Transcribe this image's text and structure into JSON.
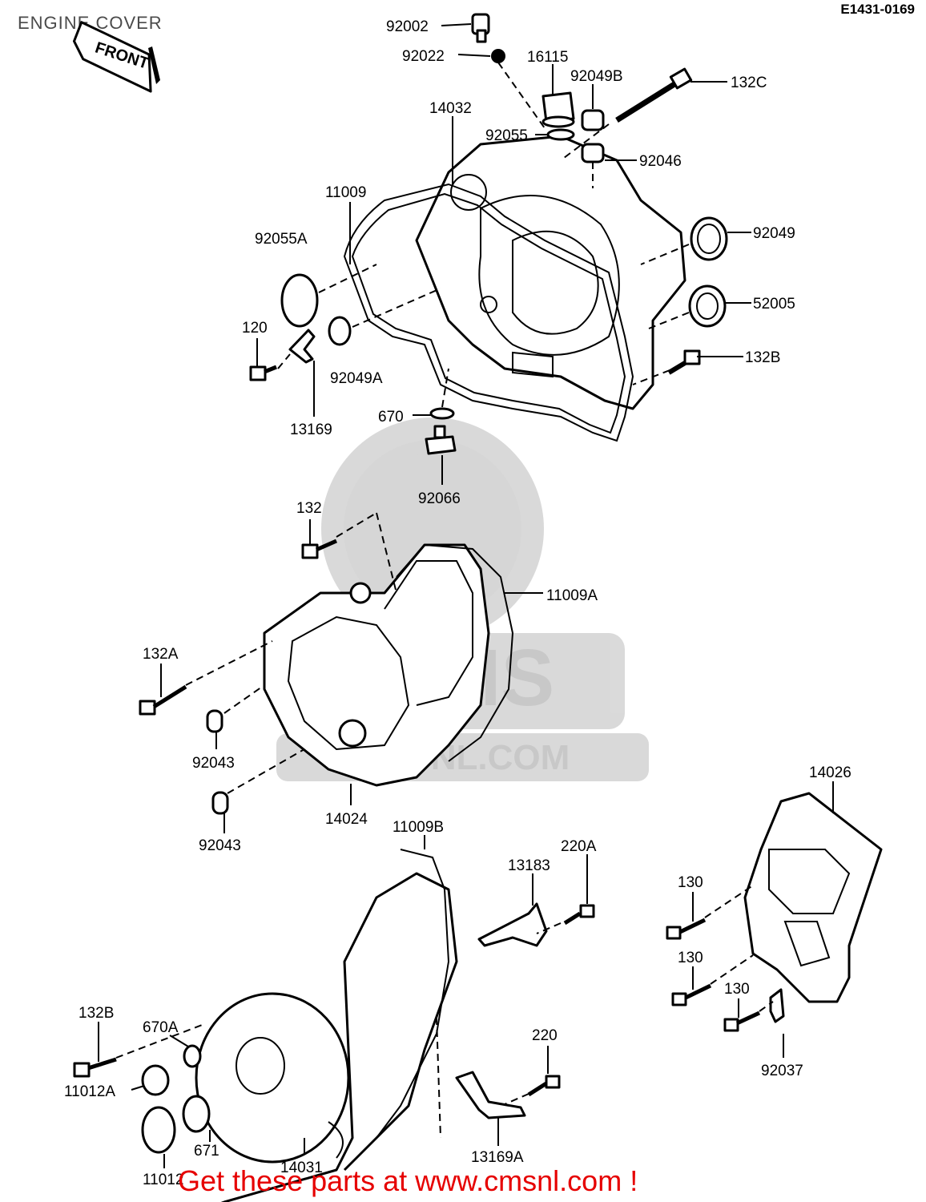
{
  "header": {
    "title": "ENGINE COVER",
    "diagram_code": "E1431-0169"
  },
  "front_tag": "FRONT",
  "watermark": {
    "name": "CMS",
    "site": "CMSNL.COM"
  },
  "promo": "Get these parts at www.cmsnl.com !",
  "parts": {
    "p92002": "92002",
    "p92022": "92022",
    "p16115": "16115",
    "p92049B": "92049B",
    "p132C": "132C",
    "p14032": "14032",
    "p92055": "92055",
    "p92046": "92046",
    "p11009": "11009",
    "p92049": "92049",
    "p92055A": "92055A",
    "p52005": "52005",
    "p120": "120",
    "p92049A": "92049A",
    "p132B": "132B",
    "p13169": "13169",
    "p670": "670",
    "p92066": "92066",
    "p132": "132",
    "p11009A": "11009A",
    "p132A": "132A",
    "p92043a": "92043",
    "p92043b": "92043",
    "p14024": "14024",
    "p14026": "14026",
    "p11009B": "11009B",
    "p13183": "13183",
    "p220A": "220A",
    "p130a": "130",
    "p130b": "130",
    "p130c": "130",
    "p132B_2": "132B",
    "p670A": "670A",
    "p11012A": "11012A",
    "p220": "220",
    "p92037": "92037",
    "p671": "671",
    "p14031": "14031",
    "p13169A": "13169A",
    "p11012": "11012"
  },
  "colors": {
    "promo": "#e60000",
    "watermark": "#cfcfcf",
    "title": "#4a4a4a"
  }
}
